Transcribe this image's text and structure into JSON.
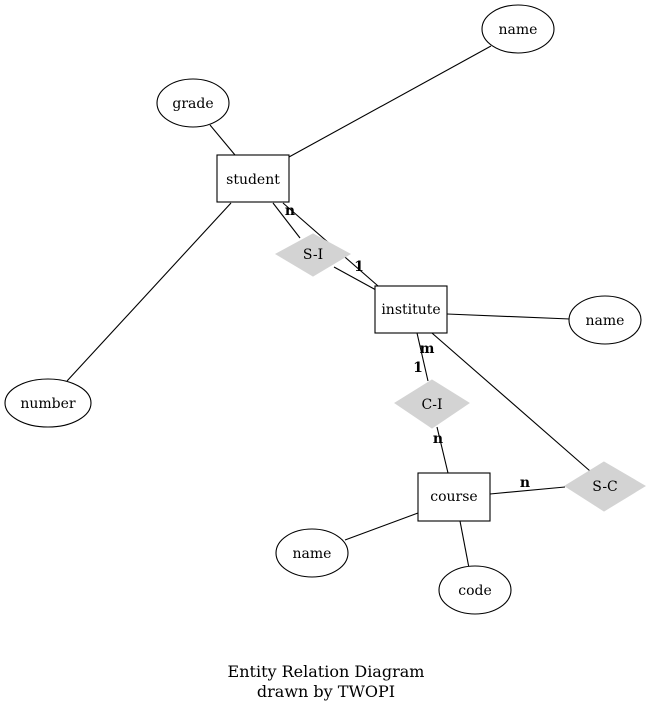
{
  "diagram": {
    "entities": [
      {
        "id": "student",
        "label": "student"
      },
      {
        "id": "institute",
        "label": "institute"
      },
      {
        "id": "course",
        "label": "course"
      }
    ],
    "relationships": [
      {
        "id": "si",
        "label": "S-I"
      },
      {
        "id": "ci",
        "label": "C-I"
      },
      {
        "id": "sc",
        "label": "S-C"
      }
    ],
    "attributes": [
      {
        "id": "grade",
        "label": "grade",
        "of": "student"
      },
      {
        "id": "name0",
        "label": "name",
        "of": "student"
      },
      {
        "id": "number",
        "label": "number",
        "of": "student"
      },
      {
        "id": "name1",
        "label": "name",
        "of": "institute"
      },
      {
        "id": "name2",
        "label": "name",
        "of": "course"
      },
      {
        "id": "code",
        "label": "code",
        "of": "course"
      }
    ],
    "cardinalities": {
      "student_si": "n",
      "si_institute": "1",
      "institute_ci": "m",
      "ci_institute": "1",
      "ci_course": "n",
      "course_sc": "n"
    },
    "caption": {
      "line1": "Entity Relation Diagram",
      "line2": "drawn by TWOPI"
    }
  }
}
